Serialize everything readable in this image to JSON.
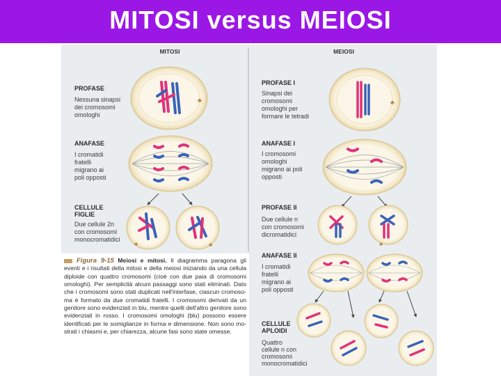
{
  "slide": {
    "title": "MITOSI versus MEIOSI",
    "title_bg": "#9a17e6"
  },
  "colors": {
    "panel_bg": "#e9edf0",
    "cell_fill": "#fbf6e7",
    "cell_rim": "#e3d2a6",
    "chrom_red": "#e0327a",
    "chrom_blue": "#3a63b8",
    "spindle": "#9aa0a8"
  },
  "columns": {
    "mitosis": "MITOSI",
    "meiosis": "MEIOSI"
  },
  "mitosis": {
    "prophase": {
      "heading": "PROFASE",
      "lines": [
        "Nessuna sinapsi",
        "dei cromosomi",
        "omologhi"
      ]
    },
    "anaphase": {
      "heading": "ANAFASE",
      "lines": [
        "I cromatidi",
        "fratelli",
        "migrano ai",
        "poli opposti"
      ]
    },
    "daughters": {
      "heading": [
        "CELLULE",
        "FIGLIE"
      ],
      "lines": [
        "Due cellule 2n",
        "con cromosomi",
        "monocromatidici"
      ]
    }
  },
  "meiosis": {
    "prophase1": {
      "heading": "PROFASE I",
      "lines": [
        "Sinapsi dei",
        "cromosomi",
        "omologhi per",
        "formare le tetradi"
      ]
    },
    "anaphase1": {
      "heading": "ANAFASE I",
      "lines": [
        "I cromosomi",
        "omologhi",
        "migrano ai poli",
        "opposti"
      ]
    },
    "prophase2": {
      "heading": "PROFASE II",
      "lines": [
        "Due cellule n",
        "con cromosomi",
        "dicromatidici"
      ]
    },
    "anaphase2": {
      "heading": "ANAFASE II",
      "lines": [
        "I cromatidi",
        "fratelli",
        "migrano ai",
        "poli opposti"
      ]
    },
    "haploid": {
      "heading": [
        "CELLULE",
        "APLOIDI"
      ],
      "lines": [
        "Quattro",
        "cellule n con",
        "cromosomi",
        "monocromatidici"
      ]
    }
  },
  "caption": {
    "figure_number": "Figura 9-15",
    "figure_title": "Meiosi e mitosi.",
    "text": "Il diagramma paragona gli eventi e i risultati della mitosi e della meiosi inizian­do da una cellula diploide con quattro cromosomi (cioè con due paia di cromosomi omologhi). Per semplicità al­cuni passaggi sono stati eliminati. Dato che i cromoso­mi sono stati duplicati nell'interfase, ciascun cromoso­ma è formato da due cromatidi fratelli. I cromosomi de­rivati da un genitore sono evidenziati in blu, mentre quelli dell'altro genitore sono evidenziati in rosso. I cro­mosomi omologhi (blu) possono essere identificati per le somiglianze in forma e dimensione. Non sono mo­strati i chiasmi e, per chiarezza, alcune fasi sono state omesse."
  }
}
